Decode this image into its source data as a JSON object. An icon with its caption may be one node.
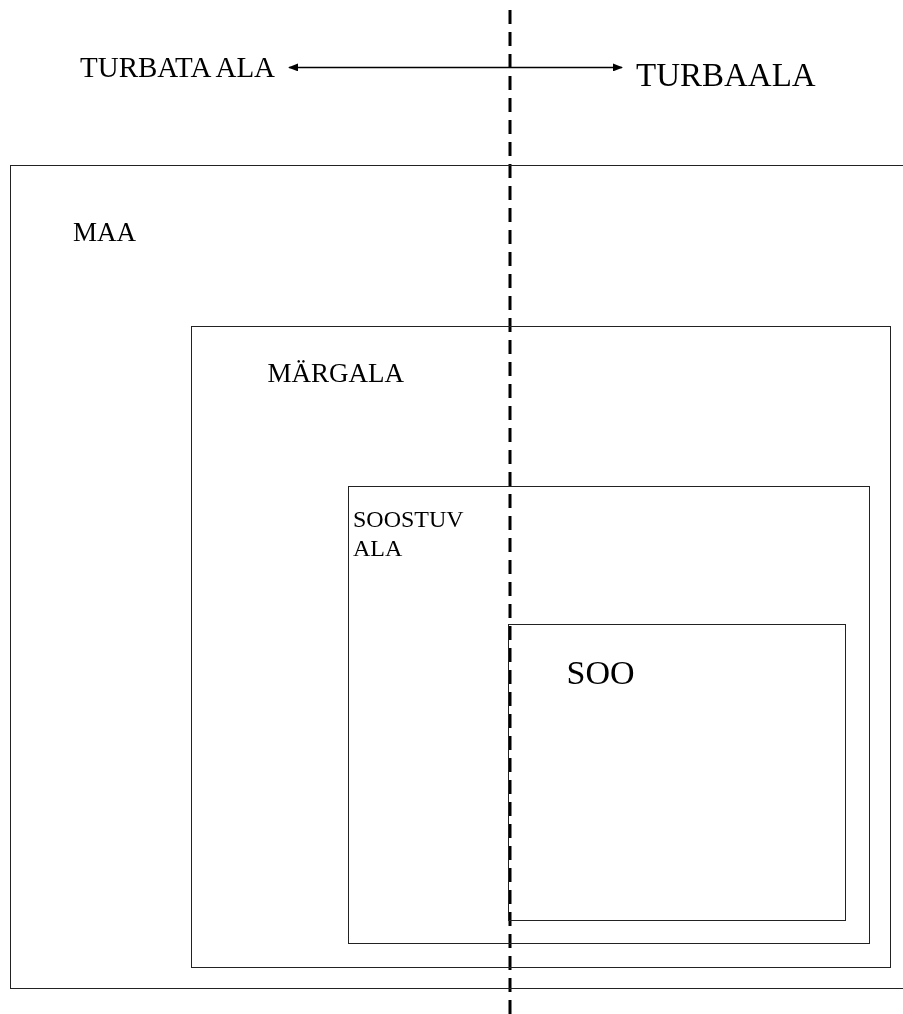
{
  "diagram": {
    "nodes": [
      {
        "text": [
          "TURBATA ALA"
        ]
      },
      {
        "text": [
          "TURBAALA"
        ]
      },
      {
        "text": [
          "MAA"
        ]
      },
      {
        "text": [
          "MÄRGALA"
        ],
        "in": 2
      },
      {
        "text": [
          "SOOSTUV ALA"
        ],
        "in": 3
      },
      {
        "text": [
          "SOO"
        ],
        "in": 4
      }
    ],
    "edges": [
      {
        "from": 0,
        "to": 1,
        "arrow": "both"
      }
    ]
  }
}
